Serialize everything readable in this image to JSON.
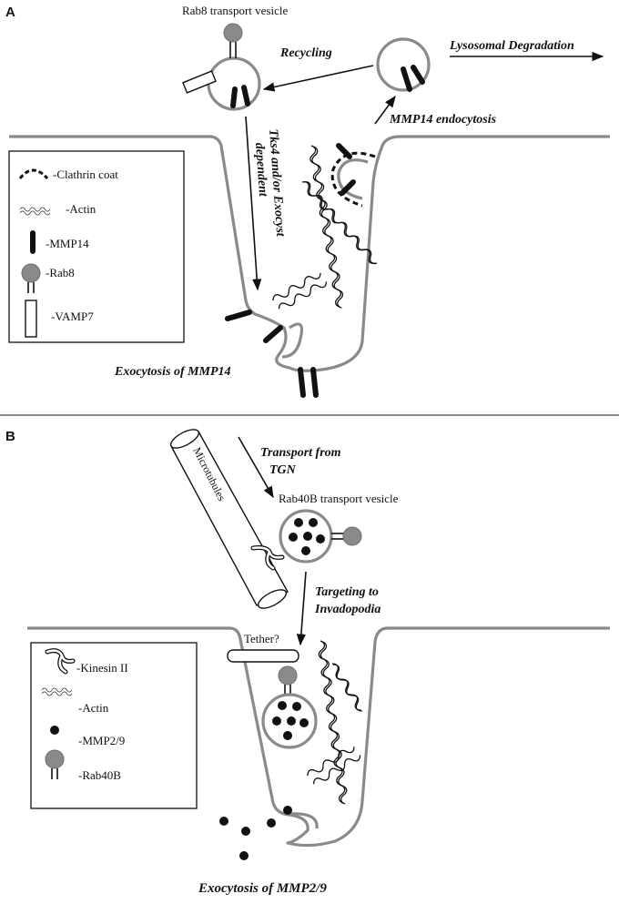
{
  "panel_a": {
    "letter": "A",
    "rab8_vesicle_label": "Rab8 transport vesicle",
    "recycling_label": "Recycling",
    "lysosomal_label": "Lysosomal Degradation",
    "endocytosis_label": "MMP14 endocytosis",
    "tks4_label_line1": "Tks4 and/or Exocyst",
    "tks4_label_line2": "dependent",
    "exocytosis_label": "Exocytosis of MMP14",
    "legend": {
      "clathrin": "-Clathrin coat",
      "actin": "-Actin",
      "mmp14": "-MMP14",
      "rab8": "-Rab8",
      "vamp7": "-VAMP7"
    }
  },
  "panel_b": {
    "letter": "B",
    "microtubules_label": "Microtubules",
    "transport_line1": "Transport from",
    "transport_line2": "TGN",
    "rab40b_vesicle_label": "Rab40B transport vesicle",
    "targeting_line1": "Targeting to",
    "targeting_line2": "Invadopodia",
    "tether_label": "Tether?",
    "exocytosis_label": "Exocytosis of MMP2/9",
    "legend": {
      "kinesin": "-Kinesin II",
      "actin": "-Actin",
      "mmp29": "-MMP2/9",
      "rab40b": "-Rab40B"
    }
  },
  "colors": {
    "membrane": "#8a8a8a",
    "ink": "#111111",
    "background": "#ffffff"
  }
}
